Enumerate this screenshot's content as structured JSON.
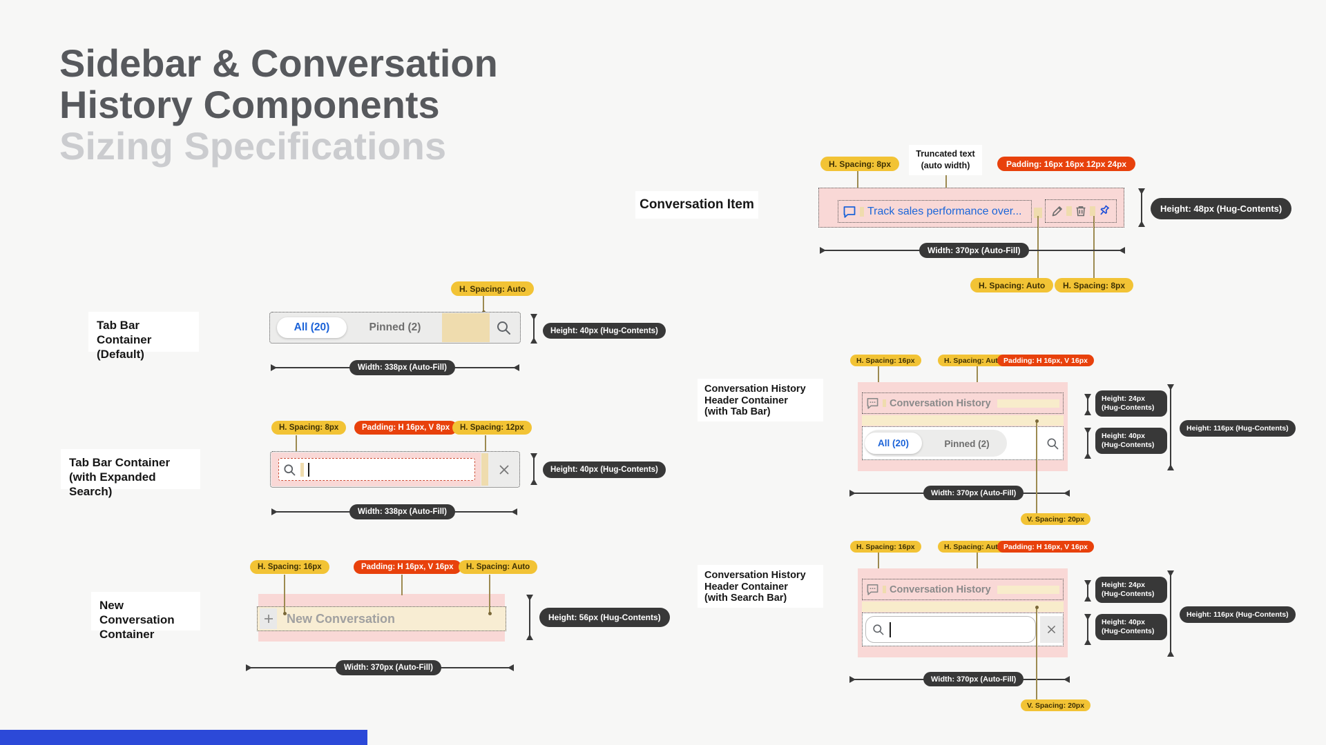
{
  "title": {
    "line1": "Sidebar & Conversation",
    "line2": "History Components",
    "subtitle": "Sizing Specifications"
  },
  "colors": {
    "accent_yellow": "#F2C335",
    "accent_red": "#E8410C",
    "pill_dark": "#383838",
    "padding_pink": "#F9D8D6",
    "spacing_cream": "#EFDCAE",
    "link_blue": "#1A62D8",
    "bottom_bar_blue": "#2C49D8"
  },
  "conversation_item": {
    "section_label": "Conversation Item",
    "pill_h_spacing_icon": "H. Spacing: 8px",
    "note_truncated_line1": "Truncated text",
    "note_truncated_line2": "(auto width)",
    "pill_padding": "Padding: 16px 16px 12px 24px",
    "item_title": "Track sales performance over...",
    "pill_height": "Height: 48px (Hug-Contents)",
    "pill_width": "Width: 370px (Auto-Fill)",
    "pill_h_spacing_auto": "H. Spacing: Auto",
    "pill_h_spacing_actions": "H. Spacing: 8px"
  },
  "tab_bar_default": {
    "section_label_line1": "Tab Bar Container",
    "section_label_line2": "(Default)",
    "pill_h_spacing": "H. Spacing: Auto",
    "tab_all": "All (20)",
    "tab_pinned": "Pinned (2)",
    "pill_height": "Height: 40px (Hug-Contents)",
    "pill_width": "Width: 338px (Auto-Fill)"
  },
  "tab_bar_search": {
    "section_label_line1": "Tab Bar Container",
    "section_label_line2": "(with Expanded Search)",
    "pill_h_spacing_left": "H. Spacing: 8px",
    "pill_padding": "Padding: H 16px, V 8px",
    "pill_h_spacing_right": "H. Spacing: 12px",
    "pill_height": "Height: 40px (Hug-Contents)",
    "pill_width": "Width: 338px (Auto-Fill)"
  },
  "new_conversation": {
    "section_label_line1": "New Conversation",
    "section_label_line2": "Container",
    "pill_h_spacing_left": "H. Spacing: 16px",
    "pill_padding": "Padding: H 16px, V 16px",
    "pill_h_spacing_right": "H. Spacing: Auto",
    "button_label": "New Conversation",
    "pill_height": "Height: 56px (Hug-Contents)",
    "pill_width": "Width: 370px (Auto-Fill)"
  },
  "history_tab_bar": {
    "section_label_line1": "Conversation History",
    "section_label_line2": "Header Container",
    "section_label_line3": "(with Tab Bar)",
    "pill_h_spacing_left": "H. Spacing: 16px",
    "pill_h_spacing_auto": "H. Spacing: Auto",
    "pill_padding": "Padding: H 16px, V 16px",
    "header_title": "Conversation History",
    "tab_all": "All (20)",
    "tab_pinned": "Pinned (2)",
    "pill_height_header": "Height: 24px (Hug-Contents)",
    "pill_height_row": "Height: 40px (Hug-Contents)",
    "pill_height_total": "Height: 116px (Hug-Contents)",
    "pill_width": "Width: 370px (Auto-Fill)",
    "pill_v_spacing": "V. Spacing: 20px"
  },
  "history_search": {
    "section_label_line1": "Conversation History",
    "section_label_line2": "Header Container",
    "section_label_line3": "(with Search Bar)",
    "pill_h_spacing_left": "H. Spacing: 16px",
    "pill_h_spacing_auto": "H. Spacing: Auto",
    "pill_padding": "Padding: H 16px, V 16px",
    "header_title": "Conversation History",
    "pill_height_header": "Height: 24px (Hug-Contents)",
    "pill_height_row": "Height: 40px (Hug-Contents)",
    "pill_height_total": "Height: 116px (Hug-Contents)",
    "pill_width": "Width: 370px (Auto-Fill)",
    "pill_v_spacing": "V. Spacing: 20px"
  }
}
